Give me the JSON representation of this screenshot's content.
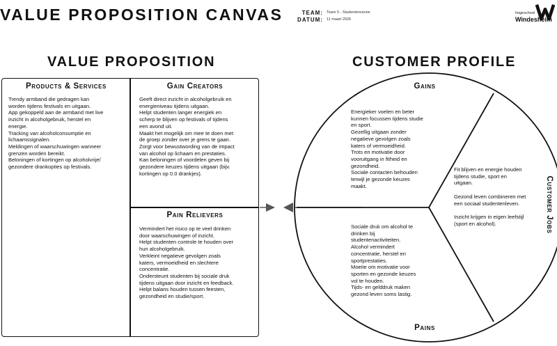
{
  "header": {
    "title": "VALUE PROPOSITION CANVAS",
    "team_label": "TEAM:",
    "team_value": "Team 5 - Studentenversie",
    "date_label": "DATUM:",
    "date_value": "11 maart 2026",
    "logo_small": "hogeschool",
    "logo_big": "Windesheim"
  },
  "value_proposition": {
    "title": "VALUE PROPOSITION",
    "products_services": {
      "title": "Products & Services",
      "text": "Trendy armband die gedragen kan\nworden tijdens festivals en uitgaan.\nApp gekoppeld aan de armband met live\ninzicht in alcoholgebruik, herstel en\nenergie.\nTracking van alcoholconsumptie en\nlichaamssignalen.\nMeldingen of waarschuwingen wanneer\ngrenzen worden bereikt.\nBeloningen of kortingen op alcoholvrije/\ngezondere drankopties op festivals."
    },
    "gain_creators": {
      "title": "Gain Creators",
      "text": "Geeft direct inzicht in alcoholgebruik en\nenergieniveau tijdens uitgaan.\nHelpt studenten langer energiek en\nscherp te blijven op festivals of tijdens\neen avond uit.\nMaakt het mogelijk om mee te doen met\nde groep zonder over je grens te gaan.\nZorgt voor bewustwording van de impact\nvan alcohol op lichaam en prestaties.\nKan beloningen of voordelen geven bij\ngezondere keuzes tijdens uitgaan (bijv.\nkortingen op 0.0 drankjes)."
    },
    "pain_relievers": {
      "title": "Pain Relievers",
      "text": "Vermindert het risico op te veel drinken\ndoor waarschuwingen of inzicht.\nHelpt studenten controle te houden over\nhun alcoholgebruik.\nVerkleint negatieve gevolgen zoals\nkaters, vermoeidheid en slechtere\nconcentratie.\nOndersteunt studenten bij sociale druk\ntijdens uitgaan door inzicht en feedback.\nHelpt balans houden tussen feesten,\ngezondheid en studie/sport."
    }
  },
  "customer_profile": {
    "title": "CUSTOMER PROFILE",
    "gains": {
      "title": "Gains",
      "text": "Energieker voelen en beter\nkunnen focussen tijdens studie\nen sport.\nGezellig uitgaan zonder\nnegatieve gevolgen zoals\nkaters of vermoeidheid.\nTrots en motivatie door\nvooruitgang in fitheid en\ngezondheid.\nSociale contacten behouden\nterwijl je gezonde keuzes\nmaakt."
    },
    "customer_jobs": {
      "title": "Customer Jobs",
      "text": "Fit blijven en energie houden\ntijdens studie, sport en\nuitgaan.\n\nGezond leven combineren met\neen sociaal studentenleven.\n\nInzicht krijgen in eigen leefstijl\n(sport en alcohol)."
    },
    "pains": {
      "title": "Pains",
      "text": "Sociale druk om alcohol te\ndrinken bij\nstudentenactiviteiten.\nAlcohol vermindert\nconcentratie, herstel en\nsportprestaties.\nMoeite om motivatie voor\nsporten en gezonde keuzes\nvol te houden.\nTijds- en gelddruk maken\ngezond leven soms lastig."
    }
  }
}
